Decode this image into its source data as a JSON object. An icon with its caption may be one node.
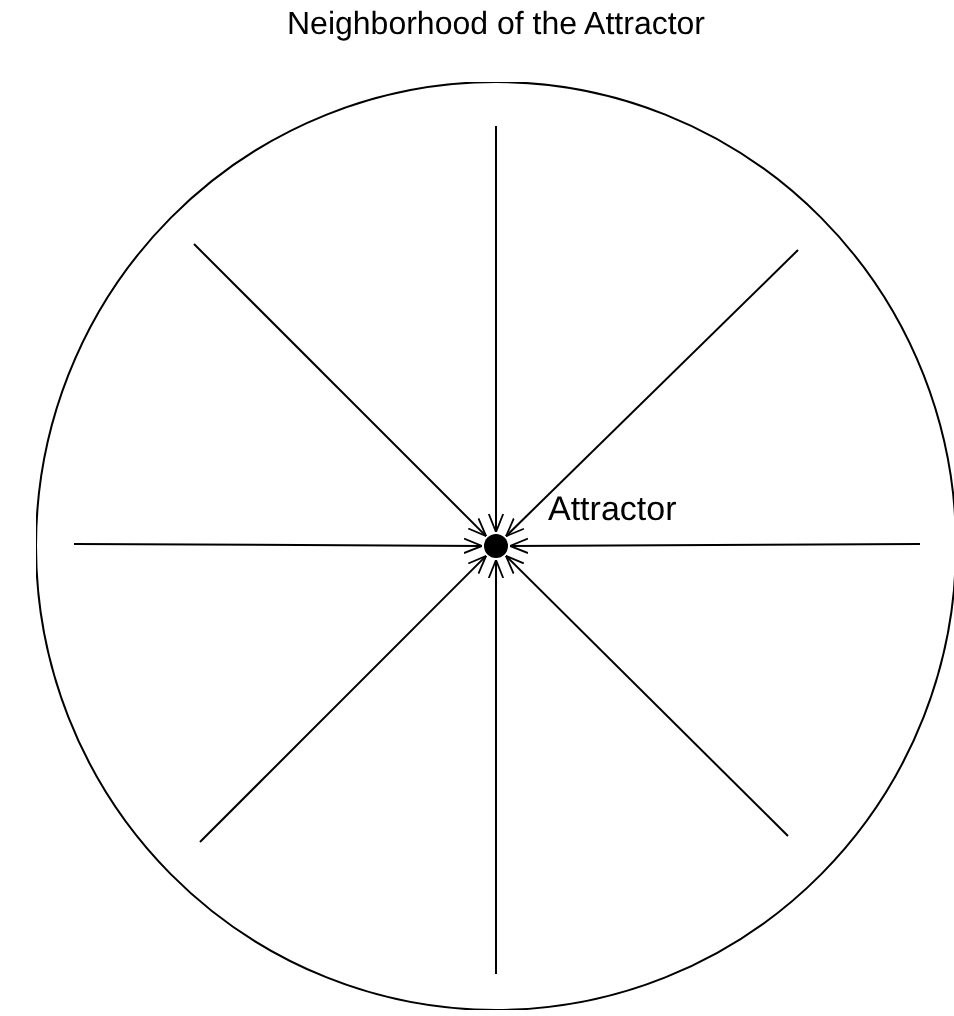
{
  "diagram": {
    "nodes": [
      {
        "text": [
          "Neighborhood of the Attractor"
        ]
      },
      {
        "text": [],
        "shape": "circle",
        "in": 0,
        "beside": [
          "Attractor"
        ]
      }
    ],
    "edges": [
      {
        "from": null,
        "to": 1,
        "arrow": "to"
      },
      {
        "from": null,
        "to": 1,
        "arrow": "to"
      },
      {
        "from": null,
        "to": 1,
        "arrow": "to"
      },
      {
        "from": null,
        "to": 1,
        "arrow": "to"
      },
      {
        "from": null,
        "to": 1,
        "arrow": "to"
      },
      {
        "from": null,
        "to": 1,
        "arrow": "to"
      },
      {
        "from": null,
        "to": 1,
        "arrow": "to"
      },
      {
        "from": null,
        "to": 1,
        "arrow": "to"
      }
    ]
  }
}
